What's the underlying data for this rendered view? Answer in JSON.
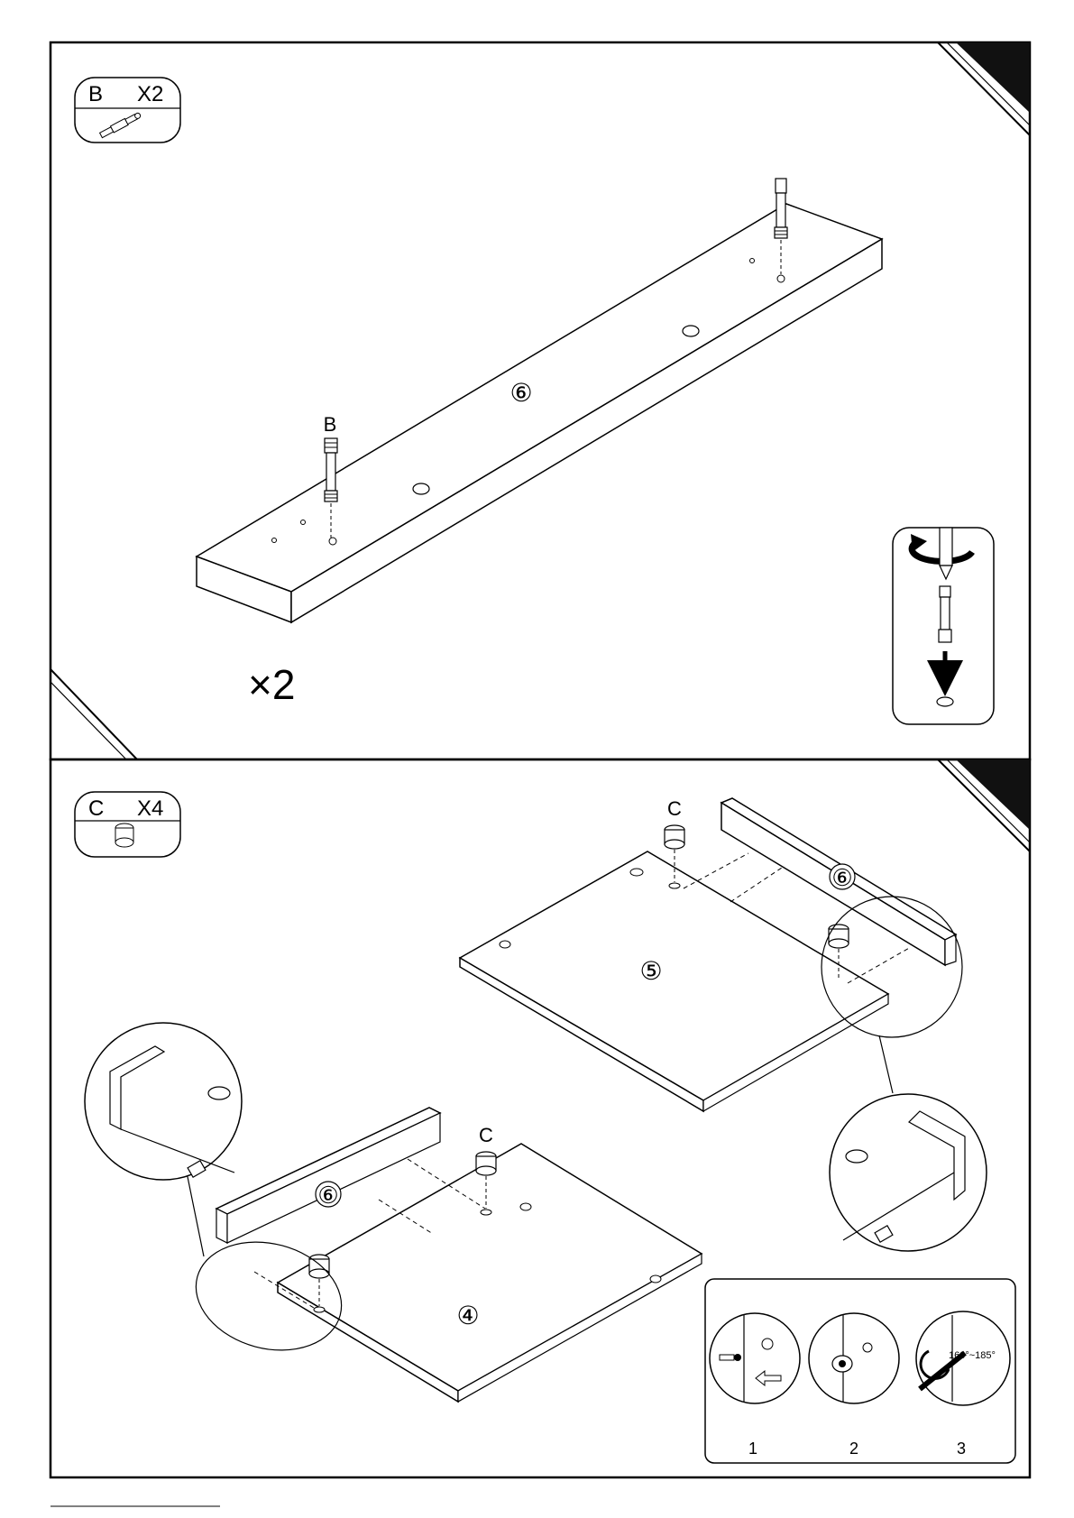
{
  "panel1": {
    "parts_box": {
      "letter": "B",
      "qty": "X2"
    },
    "board_number": "⑥",
    "bolt_label": "B",
    "multiplier": "×2"
  },
  "panel2": {
    "parts_box": {
      "letter": "C",
      "qty": "X4"
    },
    "upper": {
      "board_number": "⑤",
      "side_number": "⑥",
      "cam_label": "C"
    },
    "lower": {
      "board_number": "④",
      "side_number": "⑥",
      "cam_label": "C"
    },
    "steps": [
      {
        "num": "1"
      },
      {
        "num": "2"
      },
      {
        "num": "3",
        "angle": "160°~185°"
      }
    ]
  },
  "colors": {
    "ink": "#000000",
    "paper": "#ffffff",
    "corner": "#111111"
  }
}
